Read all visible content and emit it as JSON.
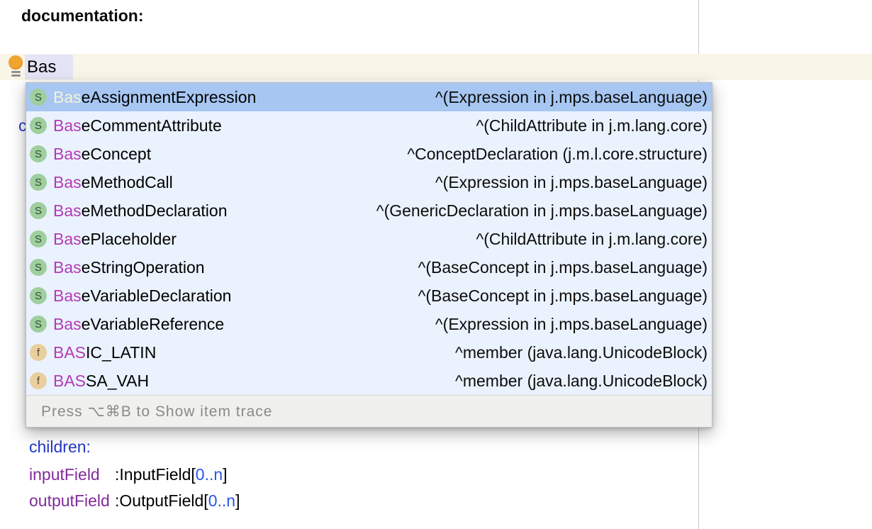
{
  "editor": {
    "documentation_label": "documentation:",
    "typed_text": "Bas",
    "occluded_text": "c",
    "children_label": "children:",
    "child_rows": [
      {
        "name": "inputField",
        "type_part": ":InputField[",
        "cardinality": "0..n",
        "bracket_close": "]"
      },
      {
        "name": "outputField",
        "type_part": ":OutputField[",
        "cardinality": "0..n",
        "bracket_close": "]"
      }
    ]
  },
  "popup": {
    "footer_hint": "Press ⌥⌘B to Show item trace",
    "items": [
      {
        "badge": "S",
        "kind": "concept",
        "prefix": "Bas",
        "rest": "eAssignmentExpression",
        "annotation": "^(Expression in j.mps.baseLanguage)",
        "selected": true
      },
      {
        "badge": "S",
        "kind": "concept",
        "prefix": "Bas",
        "rest": "eCommentAttribute",
        "annotation": "^(ChildAttribute in j.m.lang.core)",
        "selected": false
      },
      {
        "badge": "S",
        "kind": "concept",
        "prefix": "Bas",
        "rest": "eConcept",
        "annotation": "^ConceptDeclaration (j.m.l.core.structure)",
        "selected": false
      },
      {
        "badge": "S",
        "kind": "concept",
        "prefix": "Bas",
        "rest": "eMethodCall",
        "annotation": "^(Expression in j.mps.baseLanguage)",
        "selected": false
      },
      {
        "badge": "S",
        "kind": "concept",
        "prefix": "Bas",
        "rest": "eMethodDeclaration",
        "annotation": "^(GenericDeclaration in j.mps.baseLanguage)",
        "selected": false
      },
      {
        "badge": "S",
        "kind": "concept",
        "prefix": "Bas",
        "rest": "ePlaceholder",
        "annotation": "^(ChildAttribute in j.m.lang.core)",
        "selected": false
      },
      {
        "badge": "S",
        "kind": "concept",
        "prefix": "Bas",
        "rest": "eStringOperation",
        "annotation": "^(BaseConcept in j.mps.baseLanguage)",
        "selected": false
      },
      {
        "badge": "S",
        "kind": "concept",
        "prefix": "Bas",
        "rest": "eVariableDeclaration",
        "annotation": "^(BaseConcept in j.mps.baseLanguage)",
        "selected": false
      },
      {
        "badge": "S",
        "kind": "concept",
        "prefix": "Bas",
        "rest": "eVariableReference",
        "annotation": "^(Expression in j.mps.baseLanguage)",
        "selected": false
      },
      {
        "badge": "f",
        "kind": "field",
        "prefix": "BAS",
        "rest": "IC_LATIN",
        "annotation": "^member (java.lang.UnicodeBlock)",
        "selected": false
      },
      {
        "badge": "f",
        "kind": "field",
        "prefix": "BAS",
        "rest": "SA_VAH",
        "annotation": "^member (java.lang.UnicodeBlock)",
        "selected": false
      }
    ]
  },
  "colors": {
    "selection_blue": "#a7c7f2",
    "list_background": "#eaf2fd",
    "matched_prefix_magenta": "#b53ab5",
    "matched_prefix_on_selection": "#f7f1da",
    "concept_badge_green": "#9fce9f",
    "field_badge_tan": "#e9cf9d",
    "current_line_cream": "#f9f6e7",
    "typed_cell_lavender": "#e4e4f6",
    "keyword_blue": "#2438c8",
    "cardinality_blue": "#2a56e8",
    "identifier_purple": "#822b9b",
    "lightbulb_orange": "#efa42f"
  }
}
